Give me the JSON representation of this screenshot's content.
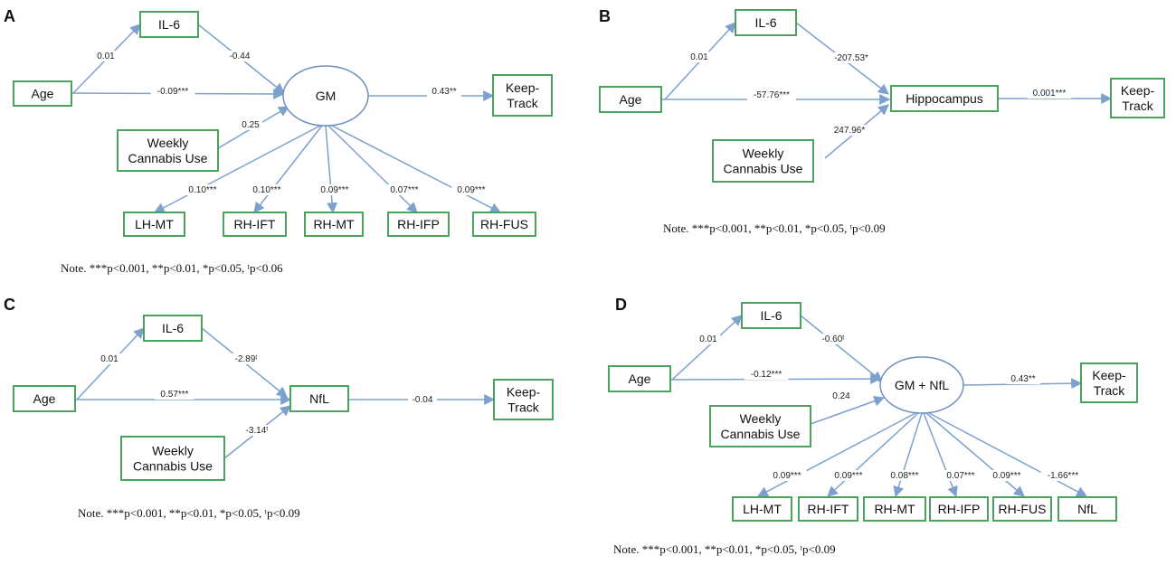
{
  "colors": {
    "box_border": "#4aa35c",
    "edge": "#7ca1cf",
    "ellipse_border": "#6f8fbf",
    "text": "#111111"
  },
  "panels": [
    {
      "letter": "A",
      "nodes": [
        {
          "id": "il6",
          "label": "IL-6",
          "shape": "rect"
        },
        {
          "id": "age",
          "label": "Age",
          "shape": "rect"
        },
        {
          "id": "gm",
          "label": "GM",
          "shape": "ellipse"
        },
        {
          "id": "kt",
          "label": "Keep-\nTrack",
          "shape": "rect"
        },
        {
          "id": "wcu",
          "label": "Weekly\nCannabis Use",
          "shape": "rect"
        },
        {
          "id": "lhmt",
          "label": "LH-MT",
          "shape": "rect"
        },
        {
          "id": "rhift",
          "label": "RH-IFT",
          "shape": "rect"
        },
        {
          "id": "rhmt",
          "label": "RH-MT",
          "shape": "rect"
        },
        {
          "id": "rhifp",
          "label": "RH-IFP",
          "shape": "rect"
        },
        {
          "id": "rhfus",
          "label": "RH-FUS",
          "shape": "rect"
        }
      ],
      "edges": [
        {
          "from": "age",
          "to": "il6",
          "label": "0.01"
        },
        {
          "from": "il6",
          "to": "gm",
          "label": "-0.44"
        },
        {
          "from": "age",
          "to": "gm",
          "label": "-0.09***"
        },
        {
          "from": "gm",
          "to": "kt",
          "label": "0.43**"
        },
        {
          "from": "wcu",
          "to": "gm",
          "label": "0.25"
        },
        {
          "from": "gm",
          "to": "lhmt",
          "label": "0.10***"
        },
        {
          "from": "gm",
          "to": "rhift",
          "label": "0.10***"
        },
        {
          "from": "gm",
          "to": "rhmt",
          "label": "0.09***"
        },
        {
          "from": "gm",
          "to": "rhifp",
          "label": "0.07***"
        },
        {
          "from": "gm",
          "to": "rhfus",
          "label": "0.09***"
        }
      ],
      "note": "Note. ***p<0.001, **p<0.01, *p<0.05, ᵗp<0.06"
    },
    {
      "letter": "B",
      "nodes": [
        {
          "id": "il6",
          "label": "IL-6",
          "shape": "rect"
        },
        {
          "id": "age",
          "label": "Age",
          "shape": "rect"
        },
        {
          "id": "hip",
          "label": "Hippocampus",
          "shape": "rect"
        },
        {
          "id": "kt",
          "label": "Keep-\nTrack",
          "shape": "rect"
        },
        {
          "id": "wcu",
          "label": "Weekly\nCannabis Use",
          "shape": "rect"
        }
      ],
      "edges": [
        {
          "from": "age",
          "to": "il6",
          "label": "0.01"
        },
        {
          "from": "il6",
          "to": "hip",
          "label": "-207.53*"
        },
        {
          "from": "age",
          "to": "hip",
          "label": "-57.76***"
        },
        {
          "from": "hip",
          "to": "kt",
          "label": "0.001***"
        },
        {
          "from": "wcu",
          "to": "hip",
          "label": "247.96*"
        }
      ],
      "note": "Note. ***p<0.001, **p<0.01, *p<0.05, ᵗp<0.09"
    },
    {
      "letter": "C",
      "nodes": [
        {
          "id": "il6",
          "label": "IL-6",
          "shape": "rect"
        },
        {
          "id": "age",
          "label": "Age",
          "shape": "rect"
        },
        {
          "id": "nfl",
          "label": "NfL",
          "shape": "rect"
        },
        {
          "id": "kt",
          "label": "Keep-\nTrack",
          "shape": "rect"
        },
        {
          "id": "wcu",
          "label": "Weekly\nCannabis Use",
          "shape": "rect"
        }
      ],
      "edges": [
        {
          "from": "age",
          "to": "il6",
          "label": "0.01"
        },
        {
          "from": "il6",
          "to": "nfl",
          "label": "-2.89ᵗ"
        },
        {
          "from": "age",
          "to": "nfl",
          "label": "0.57***"
        },
        {
          "from": "nfl",
          "to": "kt",
          "label": "-0.04"
        },
        {
          "from": "wcu",
          "to": "nfl",
          "label": "-3.14ᵗ"
        }
      ],
      "note": "Note. ***p<0.001, **p<0.01, *p<0.05, ᵗp<0.09"
    },
    {
      "letter": "D",
      "nodes": [
        {
          "id": "il6",
          "label": "IL-6",
          "shape": "rect"
        },
        {
          "id": "age",
          "label": "Age",
          "shape": "rect"
        },
        {
          "id": "gmnfl",
          "label": "GM + NfL",
          "shape": "ellipse"
        },
        {
          "id": "kt",
          "label": "Keep-\nTrack",
          "shape": "rect"
        },
        {
          "id": "wcu",
          "label": "Weekly\nCannabis Use",
          "shape": "rect"
        },
        {
          "id": "lhmt",
          "label": "LH-MT",
          "shape": "rect"
        },
        {
          "id": "rhift",
          "label": "RH-IFT",
          "shape": "rect"
        },
        {
          "id": "rhmt",
          "label": "RH-MT",
          "shape": "rect"
        },
        {
          "id": "rhifp",
          "label": "RH-IFP",
          "shape": "rect"
        },
        {
          "id": "rhfus",
          "label": "RH-FUS",
          "shape": "rect"
        },
        {
          "id": "nflb",
          "label": "NfL",
          "shape": "rect"
        }
      ],
      "edges": [
        {
          "from": "age",
          "to": "il6",
          "label": "0.01"
        },
        {
          "from": "il6",
          "to": "gmnfl",
          "label": "-0.60ᵗ"
        },
        {
          "from": "age",
          "to": "gmnfl",
          "label": "-0.12***"
        },
        {
          "from": "gmnfl",
          "to": "kt",
          "label": "0.43**"
        },
        {
          "from": "wcu",
          "to": "gmnfl",
          "label": "0.24"
        },
        {
          "from": "gmnfl",
          "to": "lhmt",
          "label": "0.09***"
        },
        {
          "from": "gmnfl",
          "to": "rhift",
          "label": "0.09***"
        },
        {
          "from": "gmnfl",
          "to": "rhmt",
          "label": "0.08***"
        },
        {
          "from": "gmnfl",
          "to": "rhifp",
          "label": "0.07***"
        },
        {
          "from": "gmnfl",
          "to": "rhfus",
          "label": "0.09***"
        },
        {
          "from": "gmnfl",
          "to": "nflb",
          "label": "-1.66***"
        }
      ],
      "note": "Note. ***p<0.001, **p<0.01, *p<0.05, ᵗp<0.09"
    }
  ]
}
